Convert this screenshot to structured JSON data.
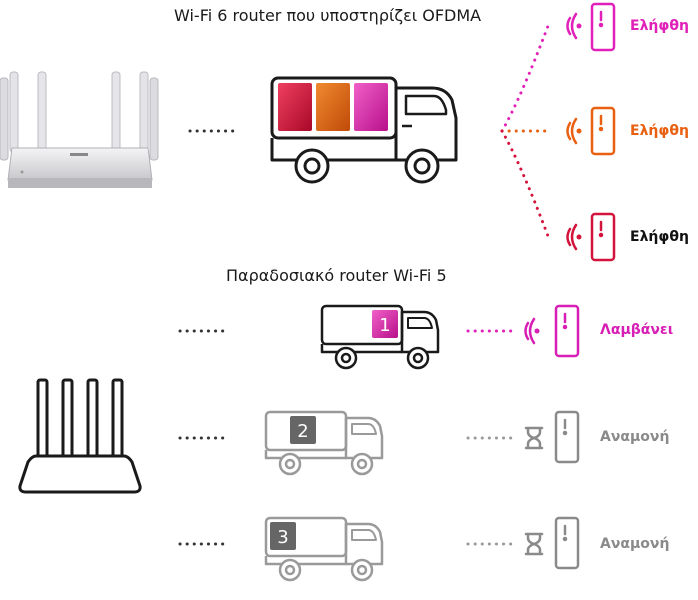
{
  "ofdma": {
    "title": "Wi-Fi 6 router που υποστηρίζει OFDMA",
    "receivers": [
      {
        "label": "Ελήφθη",
        "color": "#e020b8"
      },
      {
        "label": "Ελήφθη",
        "color": "#e86010"
      },
      {
        "label": "Ελήφθη",
        "color": "#111111"
      }
    ]
  },
  "legacy": {
    "title": "Παραδοσιακό router Wi-Fi 5",
    "lanes": [
      {
        "number": "1",
        "label": "Λαμβάνει",
        "color": "#d81fb5",
        "state": "receiving"
      },
      {
        "number": "2",
        "label": "Αναμονή",
        "color": "#8a8a8a",
        "state": "waiting"
      },
      {
        "number": "3",
        "label": "Αναμονή",
        "color": "#8a8a8a",
        "state": "waiting"
      }
    ]
  },
  "colors": {
    "magenta": "#e020b8",
    "orange": "#e86010",
    "crimson": "#d4133c",
    "dark": "#1a1a1a",
    "grey": "#8a8a8a"
  }
}
